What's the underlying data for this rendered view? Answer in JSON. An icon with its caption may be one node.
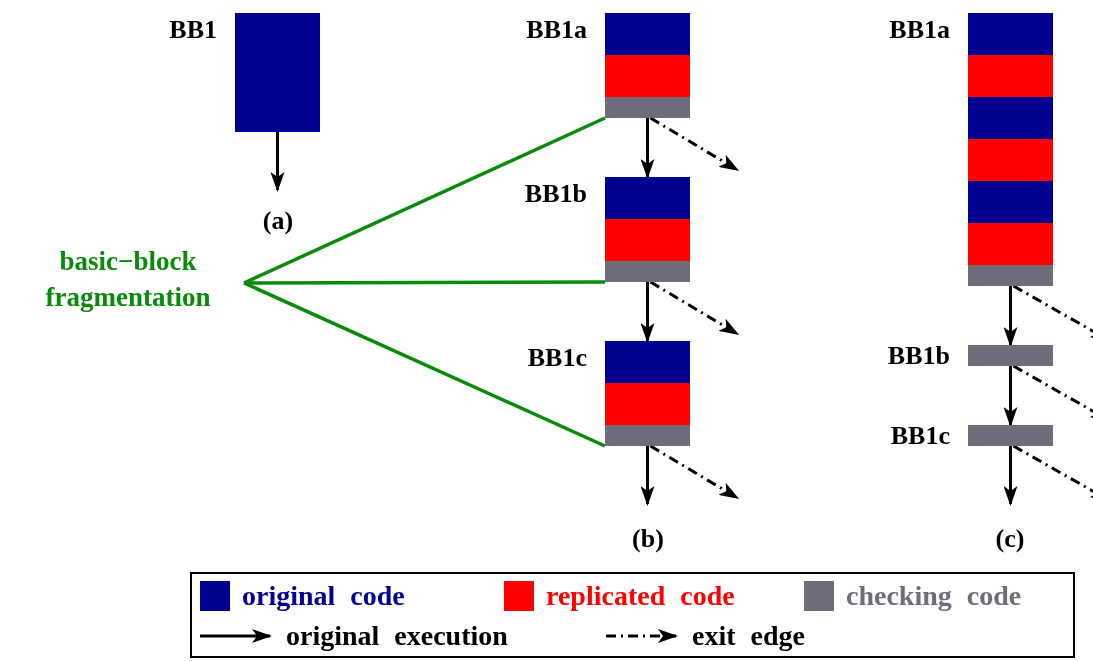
{
  "diagram": {
    "nodes": [
      {
        "text": [
          "BB1"
        ]
      },
      {
        "text": [],
        "shape": "bar",
        "in": 0
      },
      {
        "text": [
          "basic−block fragmentation"
        ]
      },
      {
        "text": [
          "BB1a"
        ]
      },
      {
        "text": [],
        "shape": "bar",
        "in": 3
      },
      {
        "text": [],
        "shape": "bar",
        "in": 3
      },
      {
        "text": [],
        "shape": "bar",
        "in": 3
      },
      {
        "text": [
          "BB1b"
        ]
      },
      {
        "text": [],
        "shape": "bar",
        "in": 7
      },
      {
        "text": [],
        "shape": "bar",
        "in": 7
      },
      {
        "text": [],
        "shape": "bar",
        "in": 7
      },
      {
        "text": [
          "BB1c"
        ]
      },
      {
        "text": [],
        "shape": "bar",
        "in": 11
      },
      {
        "text": [],
        "shape": "bar",
        "in": 11
      },
      {
        "text": [],
        "shape": "bar",
        "in": 11
      },
      {
        "text": [
          "BB1a"
        ]
      },
      {
        "text": [],
        "shape": "bar",
        "in": 15
      },
      {
        "text": [],
        "shape": "bar",
        "in": 15
      },
      {
        "text": [],
        "shape": "bar",
        "in": 15
      },
      {
        "text": [],
        "shape": "bar",
        "in": 15
      },
      {
        "text": [],
        "shape": "bar",
        "in": 15
      },
      {
        "text": [],
        "shape": "bar",
        "in": 15
      },
      {
        "text": [],
        "shape": "bar",
        "in": 15
      },
      {
        "text": [
          "BB1b"
        ]
      },
      {
        "text": [],
        "shape": "bar",
        "in": 23
      },
      {
        "text": [
          "BB1c"
        ]
      },
      {
        "text": [],
        "shape": "bar",
        "in": 25
      }
    ],
    "edges": [
      {
        "from": 1,
        "to": null,
        "arrow": "to"
      },
      {
        "from": 2,
        "to": 6,
        "arrow": "none",
        "color": "#0a8a0a"
      },
      {
        "from": 2,
        "to": 10,
        "arrow": "none",
        "color": "#0a8a0a"
      },
      {
        "from": 2,
        "to": 14,
        "arrow": "none",
        "color": "#0a8a0a"
      },
      {
        "from": 6,
        "to": 7,
        "arrow": "to"
      },
      {
        "from": 6,
        "to": null,
        "arrow": "to",
        "style": "dashed"
      },
      {
        "from": 10,
        "to": 11,
        "arrow": "to"
      },
      {
        "from": 10,
        "to": null,
        "arrow": "to",
        "style": "dashed"
      },
      {
        "from": 14,
        "to": null,
        "arrow": "to"
      },
      {
        "from": 14,
        "to": null,
        "arrow": "to",
        "style": "dashed"
      },
      {
        "from": 22,
        "to": 23,
        "arrow": "to"
      },
      {
        "from": 22,
        "to": null,
        "arrow": "to",
        "style": "dashed"
      },
      {
        "from": 24,
        "to": 25,
        "arrow": "to"
      },
      {
        "from": 24,
        "to": null,
        "arrow": "to",
        "style": "dashed"
      },
      {
        "from": 26,
        "to": null,
        "arrow": "to"
      },
      {
        "from": 26,
        "to": null,
        "arrow": "to",
        "style": "dashed"
      }
    ],
    "labels": [
      "(a)",
      "(b)",
      "(c)"
    ],
    "legend": [
      {
        "text": "original code",
        "color": "#000090"
      },
      {
        "text": "replicated code",
        "color": "#ff0000"
      },
      {
        "text": "checking code",
        "color": "#6f6d7a"
      },
      {
        "text": "original execution"
      },
      {
        "text": "exit edge"
      }
    ]
  }
}
